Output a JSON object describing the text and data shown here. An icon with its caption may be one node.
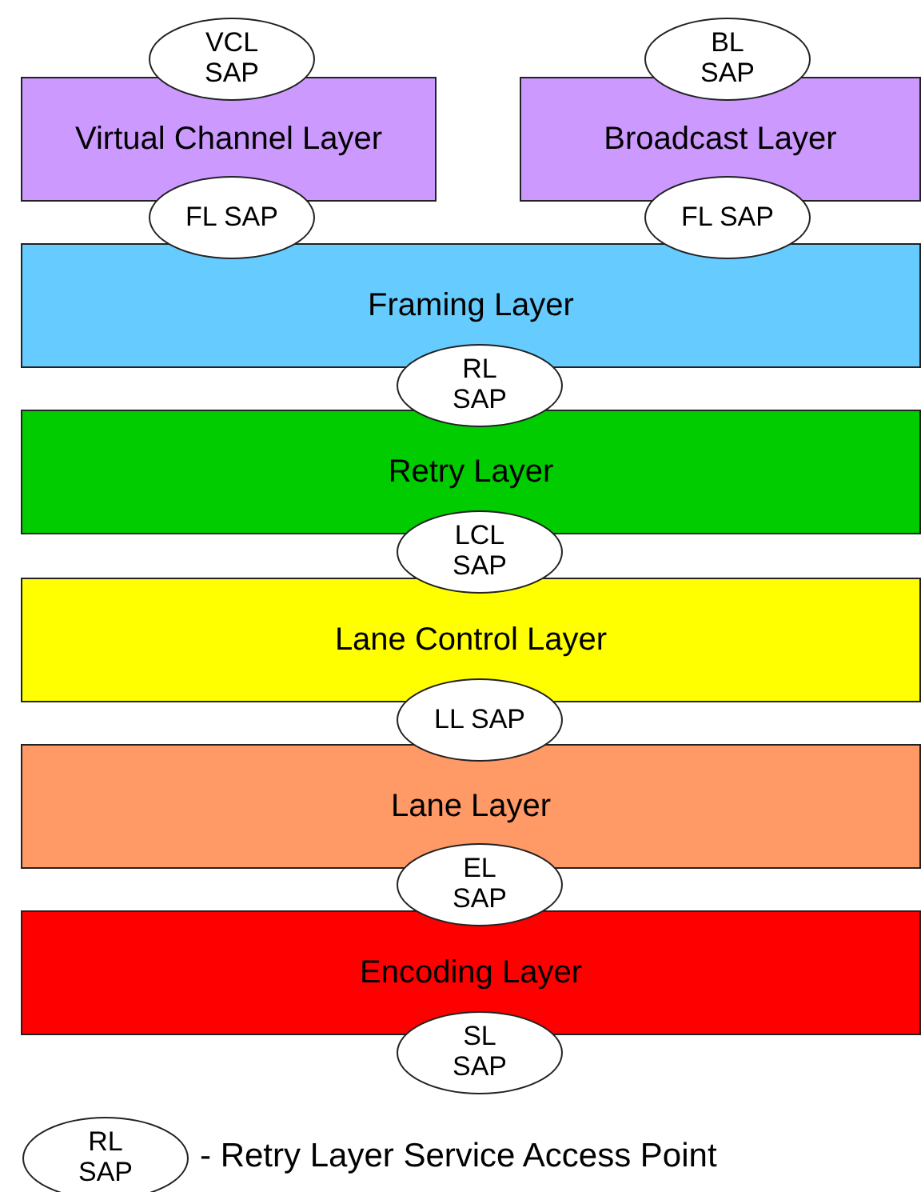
{
  "diagram": {
    "nodes": [
      {
        "text": [
          "VCL SAP"
        ]
      },
      {
        "text": [
          "BL SAP"
        ]
      },
      {
        "text": [
          "Virtual Channel Layer"
        ]
      },
      {
        "text": [
          "Broadcast Layer"
        ]
      },
      {
        "text": [
          "FL SAP"
        ]
      },
      {
        "text": [
          "FL SAP"
        ]
      },
      {
        "text": [
          "Framing Layer"
        ]
      },
      {
        "text": [
          "RL SAP"
        ]
      },
      {
        "text": [
          "Retry Layer"
        ]
      },
      {
        "text": [
          "LCL SAP"
        ]
      },
      {
        "text": [
          "Lane Control Layer"
        ]
      },
      {
        "text": [
          "LL SAP"
        ]
      },
      {
        "text": [
          "Lane Layer"
        ]
      },
      {
        "text": [
          "EL SAP"
        ]
      },
      {
        "text": [
          "Encoding Layer"
        ]
      },
      {
        "text": [
          "SL SAP"
        ]
      },
      {
        "text": [
          "RL SAP"
        ]
      }
    ],
    "legend": [
      {
        "text": "- Retry Layer Service Access Point"
      }
    ]
  }
}
